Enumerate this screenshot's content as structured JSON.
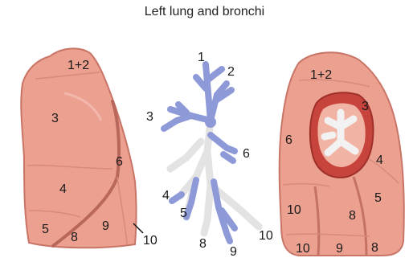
{
  "title": "Left lung and bronchi",
  "colors": {
    "lung_fill": "#e89c8c",
    "lung_light": "#f0b2a3",
    "lung_edge": "#c46f63",
    "bronchus_blue": "#8e9ad8",
    "bronchus_white": "#ececec",
    "hilum_red": "#b63a34"
  },
  "lateral_view": {
    "labels": {
      "seg_1_2": "1+2",
      "seg_3": "3",
      "seg_6": "6",
      "seg_4": "4",
      "seg_5": "5",
      "seg_8": "8",
      "seg_9": "9",
      "seg_10": "10"
    }
  },
  "bronchial_tree": {
    "labels": {
      "b1": "1",
      "b2": "2",
      "b3": "3",
      "b6": "6",
      "b4": "4",
      "b5": "5",
      "b8": "8",
      "b9": "9",
      "b10": "10"
    }
  },
  "medial_view": {
    "labels": {
      "seg_1_2": "1+2",
      "seg_3": "3",
      "seg_6": "6",
      "seg_4": "4",
      "seg_10a": "10",
      "seg_8a": "8",
      "seg_5": "5",
      "seg_10b": "10",
      "seg_9": "9",
      "seg_8b": "8"
    }
  }
}
